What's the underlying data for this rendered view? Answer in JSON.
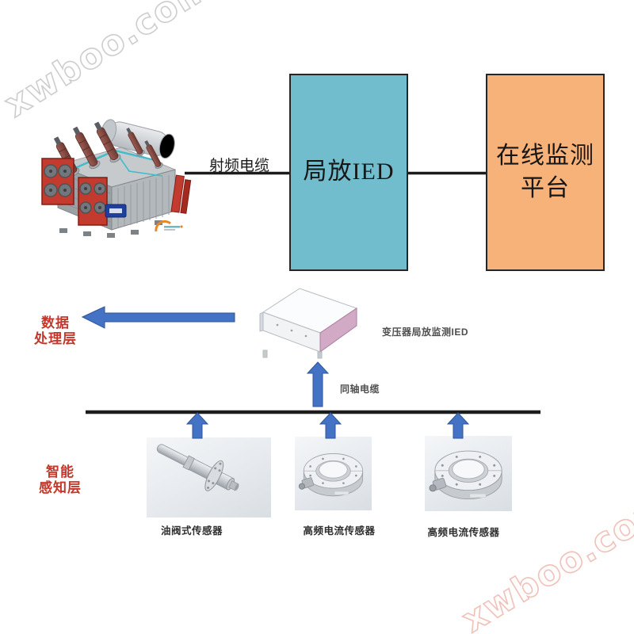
{
  "colors": {
    "ied_box": "#71BDCE",
    "platform_box": "#F7B279",
    "arrow_blue": "#4472C4",
    "arrow_blue_dark": "#2F5597",
    "layer_red": "#C5372B",
    "line_black": "#1C1C1C"
  },
  "watermark": {
    "text": "xwboo.com"
  },
  "flow": {
    "rf_cable_label": "射频电缆",
    "ied_box_label": "局放IED",
    "platform_label_line1": "在线监测",
    "platform_label_line2": "平台"
  },
  "layers": {
    "data_layer_line1": "数据",
    "data_layer_line2": "处理层",
    "sensing_layer_line1": "智能",
    "sensing_layer_line2": "感知层"
  },
  "middle": {
    "ied_device_label": "变压器局放监测IED",
    "coax_cable_label": "同轴电缆"
  },
  "sensors": [
    {
      "label": "油阀式传感器"
    },
    {
      "label": "高频电流传感器"
    },
    {
      "label": "高频电流传感器"
    }
  ]
}
